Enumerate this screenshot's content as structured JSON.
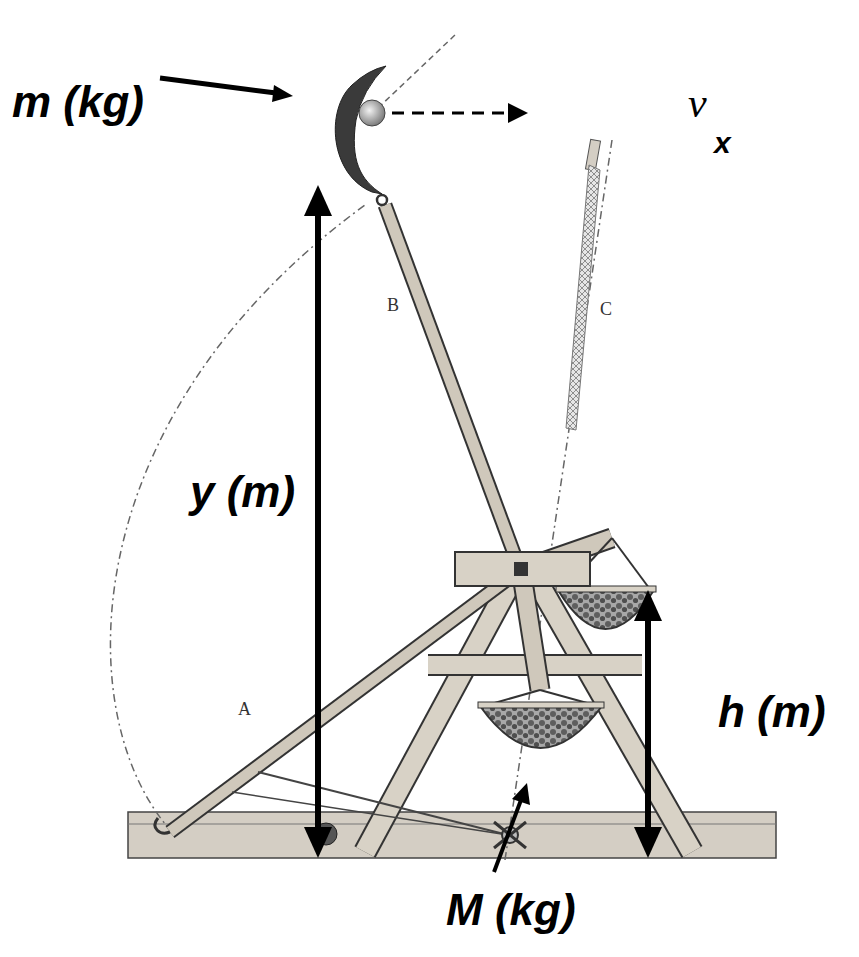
{
  "diagram": {
    "labels": [
      "m (kg)",
      "v",
      "x",
      "B",
      "C",
      "y (m)",
      "A",
      "h (m)",
      "M (kg)"
    ]
  }
}
